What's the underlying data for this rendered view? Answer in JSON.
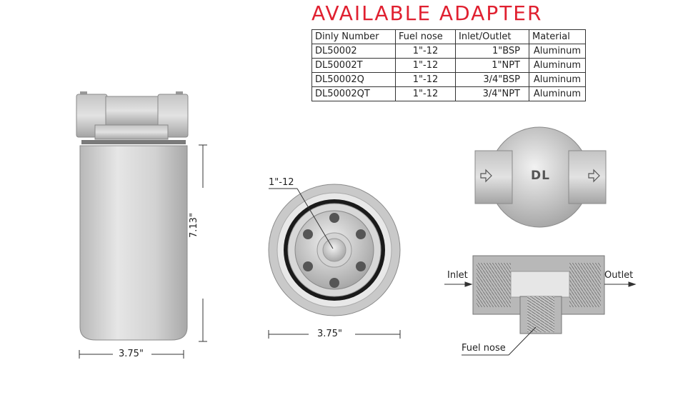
{
  "title": "AVAILABLE ADAPTER",
  "table": {
    "headers": [
      "Dinly Number",
      "Fuel nose",
      "Inlet/Outlet",
      "Material"
    ],
    "rows": [
      [
        "DL50002",
        "1\"-12",
        "1\"BSP",
        "Aluminum"
      ],
      [
        "DL50002T",
        "1\"-12",
        "1\"NPT",
        "Aluminum"
      ],
      [
        "DL50002Q",
        "1\"-12",
        "3/4\"BSP",
        "Aluminum"
      ],
      [
        "DL50002QT",
        "1\"-12",
        "3/4\"NPT",
        "Aluminum"
      ]
    ]
  },
  "side_view": {
    "height_dim": "7.13\"",
    "width_dim": "3.75\""
  },
  "bottom_view": {
    "thread_label": "1\"-12",
    "width_dim": "3.75\""
  },
  "top_view": {
    "logo": "DL"
  },
  "section_view": {
    "inlet_label": "Inlet",
    "outlet_label": "Outlet",
    "fuel_nose_label": "Fuel nose"
  }
}
